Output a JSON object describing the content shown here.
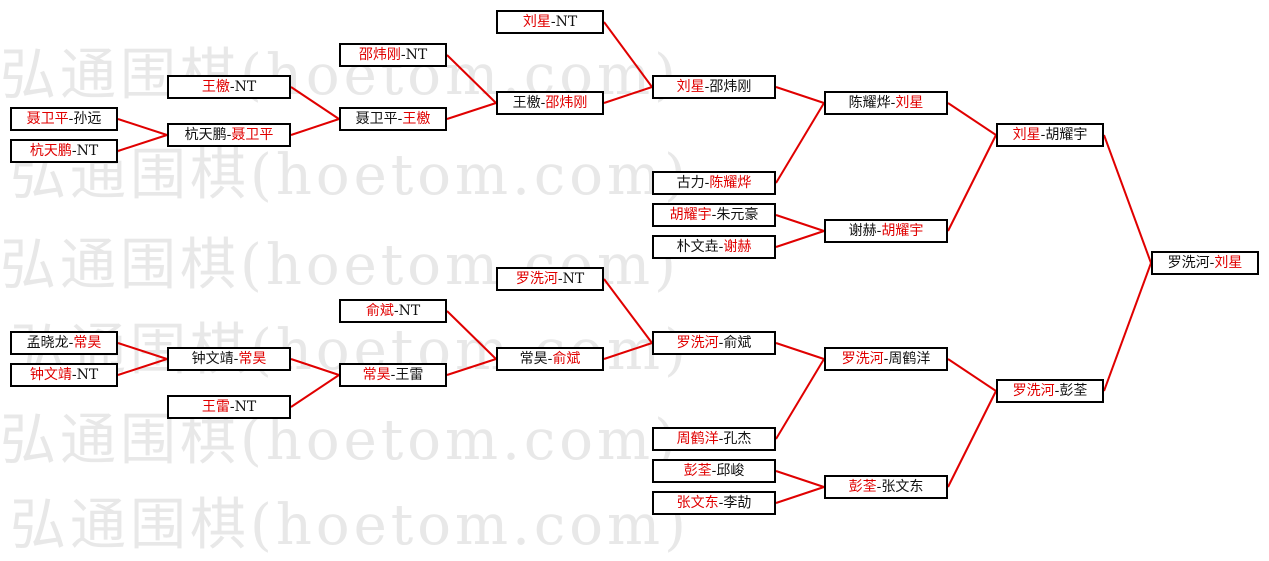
{
  "watermark": "弘通围棋(hoetom.com)",
  "colors": {
    "winner": "#e00000",
    "normal": "#111111",
    "line": "#e00000"
  },
  "matches": [
    {
      "id": "m1",
      "p1": "刘星",
      "p2": "NT",
      "winner": 1
    },
    {
      "id": "m2",
      "p1": "邵炜刚",
      "p2": "NT",
      "winner": 1
    },
    {
      "id": "m3",
      "p1": "王檄",
      "p2": "NT",
      "winner": 1
    },
    {
      "id": "m4",
      "p1": "聂卫平",
      "p2": "孙远",
      "winner": 1
    },
    {
      "id": "m5",
      "p1": "杭天鹏",
      "p2": "NT",
      "winner": 1
    },
    {
      "id": "m6",
      "p1": "杭天鹏",
      "p2": "聂卫平",
      "winner": 2
    },
    {
      "id": "m7",
      "p1": "聂卫平",
      "p2": "王檄",
      "winner": 2
    },
    {
      "id": "m8",
      "p1": "王檄",
      "p2": "邵炜刚",
      "winner": 2
    },
    {
      "id": "m9",
      "p1": "刘星",
      "p2": "邵炜刚",
      "winner": 1
    },
    {
      "id": "m10",
      "p1": "古力",
      "p2": "陈耀烨",
      "winner": 2
    },
    {
      "id": "m11",
      "p1": "陈耀烨",
      "p2": "刘星",
      "winner": 2
    },
    {
      "id": "m12",
      "p1": "胡耀宇",
      "p2": "朱元豪",
      "winner": 1
    },
    {
      "id": "m13",
      "p1": "朴文垚",
      "p2": "谢赫",
      "winner": 2
    },
    {
      "id": "m14",
      "p1": "谢赫",
      "p2": "胡耀宇",
      "winner": 2
    },
    {
      "id": "m15",
      "p1": "刘星",
      "p2": "胡耀宇",
      "winner": 1
    },
    {
      "id": "m16",
      "p1": "罗洗河",
      "p2": "刘星",
      "winner": 2
    },
    {
      "id": "m17",
      "p1": "罗洗河",
      "p2": "NT",
      "winner": 1
    },
    {
      "id": "m18",
      "p1": "俞斌",
      "p2": "NT",
      "winner": 1
    },
    {
      "id": "m19",
      "p1": "孟晓龙",
      "p2": "常昊",
      "winner": 2
    },
    {
      "id": "m20",
      "p1": "钟文靖",
      "p2": "NT",
      "winner": 1
    },
    {
      "id": "m21",
      "p1": "钟文靖",
      "p2": "常昊",
      "winner": 2
    },
    {
      "id": "m22",
      "p1": "王雷",
      "p2": "NT",
      "winner": 1
    },
    {
      "id": "m23",
      "p1": "常昊",
      "p2": "王雷",
      "winner": 1
    },
    {
      "id": "m24",
      "p1": "常昊",
      "p2": "俞斌",
      "winner": 2
    },
    {
      "id": "m25",
      "p1": "罗洗河",
      "p2": "俞斌",
      "winner": 1
    },
    {
      "id": "m26",
      "p1": "周鹤洋",
      "p2": "孔杰",
      "winner": 1
    },
    {
      "id": "m27",
      "p1": "罗洗河",
      "p2": "周鹤洋",
      "winner": 1
    },
    {
      "id": "m28",
      "p1": "彭荃",
      "p2": "邱峻",
      "winner": 1
    },
    {
      "id": "m29",
      "p1": "张文东",
      "p2": "李劼",
      "winner": 1
    },
    {
      "id": "m30",
      "p1": "彭荃",
      "p2": "张文东",
      "winner": 1
    },
    {
      "id": "m31",
      "p1": "罗洗河",
      "p2": "彭荃",
      "winner": 1
    }
  ],
  "links": [
    [
      "m4",
      "m6"
    ],
    [
      "m5",
      "m6"
    ],
    [
      "m3",
      "m7"
    ],
    [
      "m6",
      "m7"
    ],
    [
      "m2",
      "m8"
    ],
    [
      "m7",
      "m8"
    ],
    [
      "m1",
      "m9"
    ],
    [
      "m8",
      "m9"
    ],
    [
      "m9",
      "m11"
    ],
    [
      "m10",
      "m11"
    ],
    [
      "m12",
      "m14"
    ],
    [
      "m13",
      "m14"
    ],
    [
      "m11",
      "m15"
    ],
    [
      "m14",
      "m15"
    ],
    [
      "m15",
      "m16"
    ],
    [
      "m31",
      "m16"
    ],
    [
      "m19",
      "m21"
    ],
    [
      "m20",
      "m21"
    ],
    [
      "m21",
      "m23"
    ],
    [
      "m22",
      "m23"
    ],
    [
      "m18",
      "m24"
    ],
    [
      "m23",
      "m24"
    ],
    [
      "m17",
      "m25"
    ],
    [
      "m24",
      "m25"
    ],
    [
      "m25",
      "m27"
    ],
    [
      "m26",
      "m27"
    ],
    [
      "m28",
      "m30"
    ],
    [
      "m29",
      "m30"
    ],
    [
      "m27",
      "m31"
    ],
    [
      "m30",
      "m31"
    ]
  ]
}
